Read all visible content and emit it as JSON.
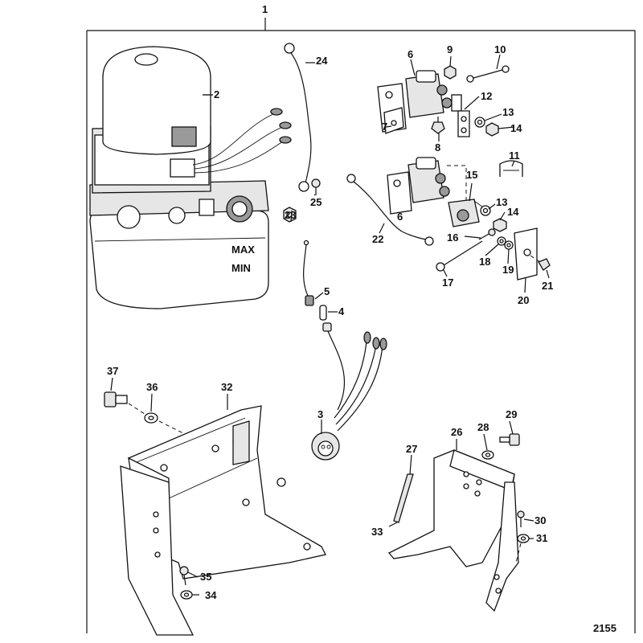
{
  "figure_number": "2155",
  "callouts": [
    {
      "id": "c1",
      "text": "1"
    },
    {
      "id": "c2",
      "text": "2"
    },
    {
      "id": "c3",
      "text": "3"
    },
    {
      "id": "c4",
      "text": "4"
    },
    {
      "id": "c5",
      "text": "5"
    },
    {
      "id": "c6a",
      "text": "6"
    },
    {
      "id": "c6b",
      "text": "6"
    },
    {
      "id": "c7",
      "text": "7"
    },
    {
      "id": "c8",
      "text": "8"
    },
    {
      "id": "c9",
      "text": "9"
    },
    {
      "id": "c10",
      "text": "10"
    },
    {
      "id": "c11",
      "text": "11"
    },
    {
      "id": "c12",
      "text": "12"
    },
    {
      "id": "c13a",
      "text": "13"
    },
    {
      "id": "c13b",
      "text": "13"
    },
    {
      "id": "c14a",
      "text": "14"
    },
    {
      "id": "c14b",
      "text": "14"
    },
    {
      "id": "c15",
      "text": "15"
    },
    {
      "id": "c16",
      "text": "16"
    },
    {
      "id": "c17",
      "text": "17"
    },
    {
      "id": "c18",
      "text": "18"
    },
    {
      "id": "c19",
      "text": "19"
    },
    {
      "id": "c20",
      "text": "20"
    },
    {
      "id": "c21",
      "text": "21"
    },
    {
      "id": "c22",
      "text": "22"
    },
    {
      "id": "c23",
      "text": "23"
    },
    {
      "id": "c24",
      "text": "24"
    },
    {
      "id": "c25",
      "text": "25"
    },
    {
      "id": "c26",
      "text": "26"
    },
    {
      "id": "c27",
      "text": "27"
    },
    {
      "id": "c28",
      "text": "28"
    },
    {
      "id": "c29",
      "text": "29"
    },
    {
      "id": "c30",
      "text": "30"
    },
    {
      "id": "c31",
      "text": "31"
    },
    {
      "id": "c32",
      "text": "32"
    },
    {
      "id": "c33",
      "text": "33"
    },
    {
      "id": "c34",
      "text": "34"
    },
    {
      "id": "c35",
      "text": "35"
    },
    {
      "id": "c36",
      "text": "36"
    },
    {
      "id": "c37",
      "text": "37"
    }
  ],
  "reservoir_labels": {
    "max": "MAX",
    "min": "MIN"
  }
}
